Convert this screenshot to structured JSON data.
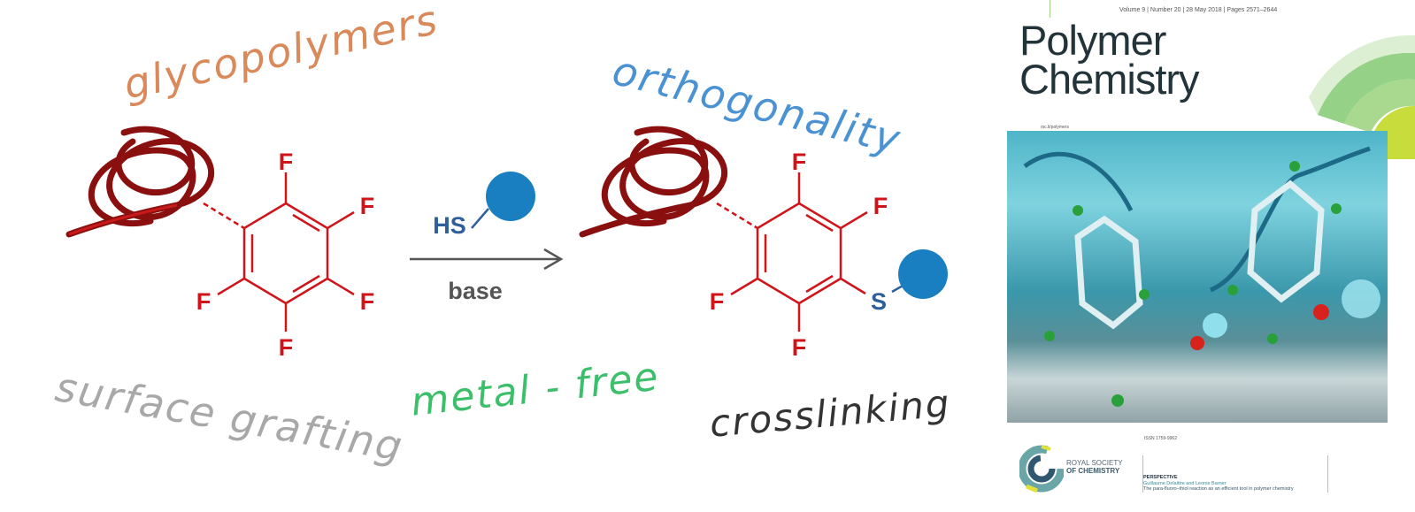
{
  "scheme": {
    "reactant_substituents": [
      "F",
      "F",
      "F",
      "F",
      "F"
    ],
    "reagent": "HS",
    "conditions": "base",
    "product_substituents": [
      "F",
      "F",
      "F",
      "F"
    ],
    "product_linker": "S",
    "colors": {
      "ring": "#d0141a",
      "polymer": "#9a1414",
      "sphere": "#1a7fc1",
      "reagent_text": "#2e5f9a",
      "arrow": "#555555"
    }
  },
  "annotations": {
    "glycopolymers": {
      "text": "glycopolymers",
      "color": "#d9895a"
    },
    "orthogonality": {
      "text": "orthogonality",
      "color": "#4a92d2"
    },
    "surface_grafting": {
      "text": "surface grafting",
      "color": "#a8a8a8"
    },
    "metal_free": {
      "text": "metal - free",
      "color": "#3cbf6a"
    },
    "crosslinking": {
      "text": "crosslinking",
      "color": "#333333"
    }
  },
  "cover": {
    "meta": "Volume 9 | Number 20 | 28 May 2018 | Pages 2571–2644",
    "title_line1": "Polymer",
    "title_line2": "Chemistry",
    "url": "rsc.li/polymers",
    "issn": "ISSN 1759-9962",
    "publisher_line1": "ROYAL SOCIETY",
    "publisher_line2": "OF CHEMISTRY",
    "article_type": "PERSPECTIVE",
    "authors": "Guillaume Delaittre and Leonie Barner",
    "article_title": "The para-fluoro–thiol reaction as an efficient tool in polymer chemistry"
  }
}
